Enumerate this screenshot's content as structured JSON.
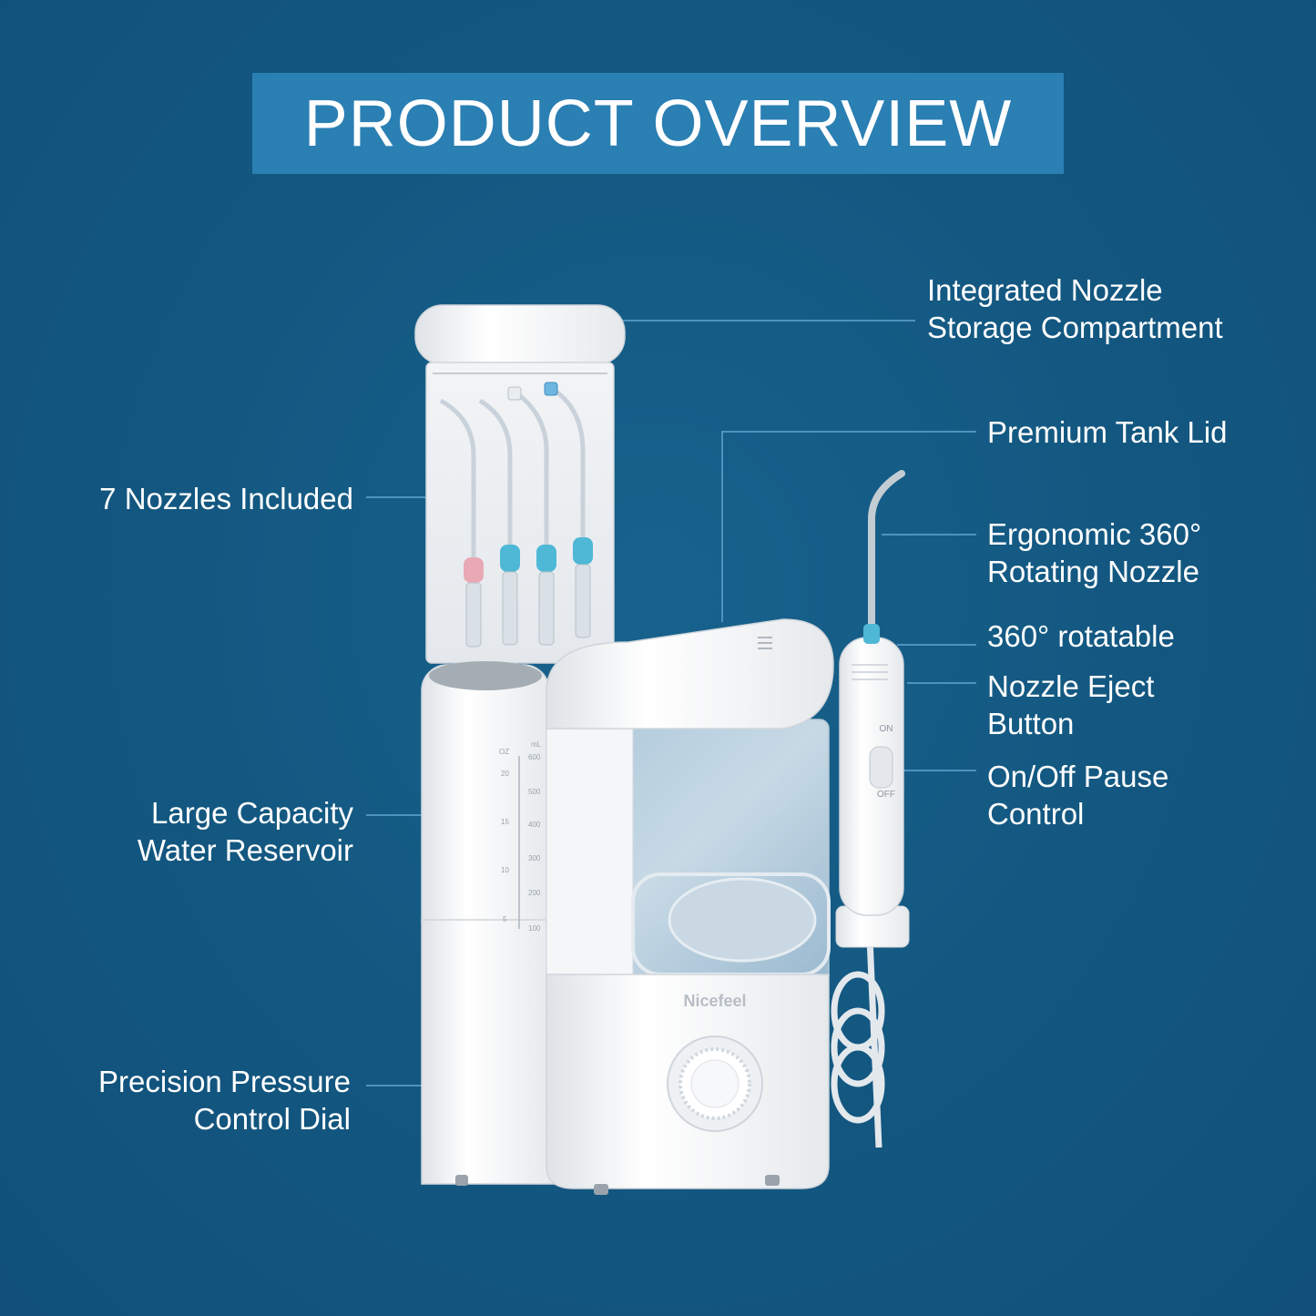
{
  "title": "PRODUCT OVERVIEW",
  "colors": {
    "background": "#145a82",
    "title_box": "#2a7fb3",
    "text": "#ffffff",
    "leader_line": "#4f93bf",
    "nozzle_pink": "#e8a9b4",
    "nozzle_blue": "#4fb8d6"
  },
  "callouts": {
    "storage": {
      "line1": "Integrated Nozzle",
      "line2": "Storage Compartment"
    },
    "lid": {
      "line1": "Premium Tank Lid"
    },
    "ergonomic": {
      "line1": "Ergonomic 360°",
      "line2": "Rotating Nozzle"
    },
    "rotatable": {
      "line1": "360° rotatable"
    },
    "eject": {
      "line1": "Nozzle Eject",
      "line2": "Button"
    },
    "onoff": {
      "line1": "On/Off Pause",
      "line2": "Control"
    },
    "nozzles": {
      "line1": "7 Nozzles Included"
    },
    "reservoir": {
      "line1": "Large Capacity",
      "line2": "Water Reservoir"
    },
    "dial": {
      "line1": "Precision Pressure",
      "line2": "Control Dial"
    }
  },
  "device": {
    "brand": "Nicefeel",
    "switch_on": "ON",
    "switch_off": "OFF",
    "scale_units": {
      "oz": "OZ",
      "ml": "mL"
    },
    "scale_oz": [
      "20",
      "15",
      "10",
      "5"
    ],
    "scale_ml": [
      "600",
      "500",
      "400",
      "300",
      "200",
      "100"
    ]
  }
}
